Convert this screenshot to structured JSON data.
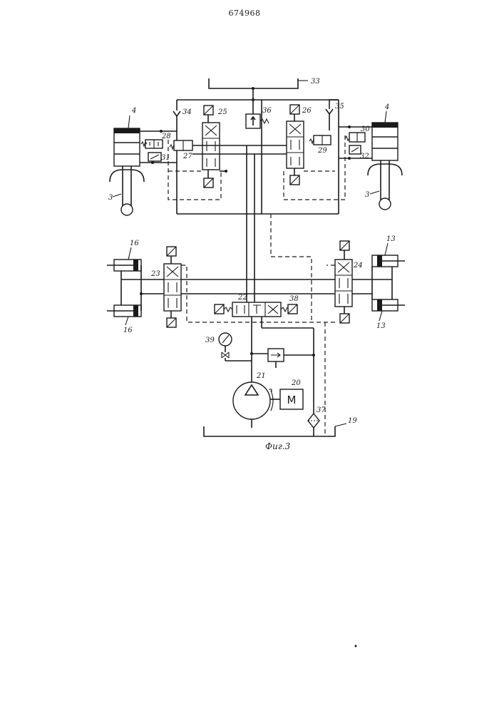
{
  "document_number": "674968",
  "caption": "Фиг.3",
  "labels": {
    "l33": "33",
    "l4a": "4",
    "l4b": "4",
    "l34": "34",
    "l25": "25",
    "l36": "36",
    "l26": "26",
    "l35": "35",
    "l28": "28",
    "l27": "27",
    "l31": "31",
    "l29": "29",
    "l30": "30",
    "l32": "32",
    "l3a": "3",
    "l3b": "3",
    "l16a": "16",
    "l16b": "16",
    "l23": "23",
    "l24": "24",
    "l13a": "13",
    "l13b": "13",
    "l22": "22",
    "l38": "38",
    "l39": "39",
    "l21": "21",
    "l20": "20",
    "l37": "37",
    "l19": "19"
  },
  "motor_symbol": "M"
}
